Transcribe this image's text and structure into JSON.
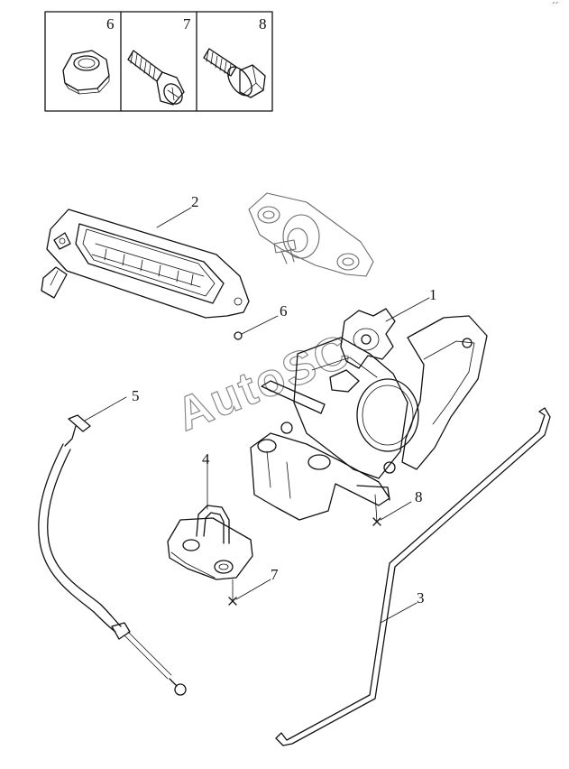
{
  "watermark": "AutoSC",
  "corner_mark": "´´",
  "fastener_table": [
    {
      "number": "6"
    },
    {
      "number": "7"
    },
    {
      "number": "8"
    }
  ],
  "callouts": [
    {
      "number": "1"
    },
    {
      "number": "2"
    },
    {
      "number": "3"
    },
    {
      "number": "4"
    },
    {
      "number": "5"
    },
    {
      "number": "6"
    },
    {
      "number": "7"
    },
    {
      "number": "8"
    }
  ]
}
